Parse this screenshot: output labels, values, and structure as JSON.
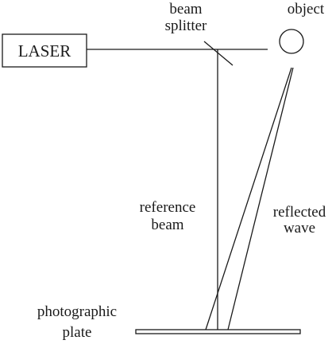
{
  "labels": {
    "laser": "LASER",
    "beam_splitter_line1": "beam",
    "beam_splitter_line2": "splitter",
    "object": "object",
    "reference_beam_line1": "reference",
    "reference_beam_line2": "beam",
    "reflected_wave_line1": "reflected",
    "reflected_wave_line2": "wave",
    "photographic_plate_line1": "photographic",
    "photographic_plate_line2": "plate"
  }
}
